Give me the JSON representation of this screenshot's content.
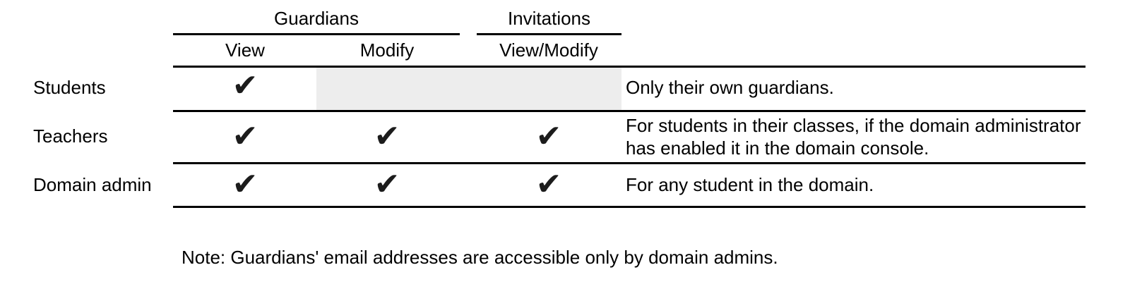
{
  "colors": {
    "shaded_cell": "#ededed",
    "text": "#000000",
    "line": "#000000",
    "check": "#1c1c1c"
  },
  "table": {
    "check_glyph": "✔",
    "column_groups": [
      {
        "label": "Guardians",
        "columns": [
          "View",
          "Modify"
        ]
      },
      {
        "label": "Invitations",
        "columns": [
          "View/Modify"
        ]
      }
    ],
    "rows": [
      {
        "label": "Students",
        "checks": {
          "guardians_view": true,
          "guardians_modify": false,
          "invitations_view_modify": false
        },
        "modify_and_invitations_shaded": true,
        "description": "Only their own guardians."
      },
      {
        "label": "Teachers",
        "checks": {
          "guardians_view": true,
          "guardians_modify": true,
          "invitations_view_modify": true
        },
        "modify_and_invitations_shaded": false,
        "description": "For students in their classes, if the domain administrator has enabled it in the domain console."
      },
      {
        "label": "Domain admin",
        "checks": {
          "guardians_view": true,
          "guardians_modify": true,
          "invitations_view_modify": true
        },
        "modify_and_invitations_shaded": false,
        "description": "For any student in the domain."
      }
    ]
  },
  "footnote": "Note: Guardians' email addresses are accessible only by domain admins."
}
